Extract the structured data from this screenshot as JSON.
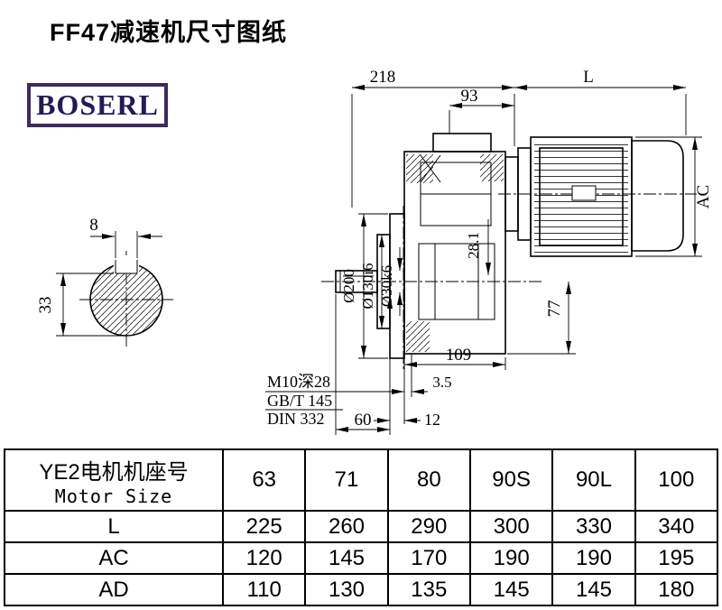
{
  "page": {
    "title": "FF47减速机尺寸图纸",
    "logo": "BOSERL"
  },
  "drawing": {
    "section_view": {
      "key_width": "8",
      "section_height": "33"
    },
    "dims": {
      "length_218": "218",
      "motor_length": "L",
      "cap_93": "93",
      "motor_dia": "AC",
      "key_281": "28.1",
      "flange_dia": "Ø200",
      "spigot_dia": "Ø130i6",
      "shaft_dia": "Ø30k6",
      "bottom_77": "77",
      "width_109": "109",
      "gap_35": "3.5",
      "shaft_len_60": "60",
      "edge_12": "12"
    },
    "notes": [
      "M10深28",
      "GB/T 145",
      "DIN 332"
    ]
  },
  "table": {
    "header_cn": "YE2电机机座号",
    "header_en": "Motor Size",
    "sizes": [
      "63",
      "71",
      "80",
      "90S",
      "90L",
      "100"
    ],
    "rows": [
      {
        "label": "L",
        "values": [
          "225",
          "260",
          "290",
          "300",
          "330",
          "340"
        ]
      },
      {
        "label": "AC",
        "values": [
          "120",
          "145",
          "170",
          "190",
          "190",
          "195"
        ]
      },
      {
        "label": "AD",
        "values": [
          "110",
          "130",
          "135",
          "145",
          "145",
          "180"
        ]
      }
    ]
  }
}
